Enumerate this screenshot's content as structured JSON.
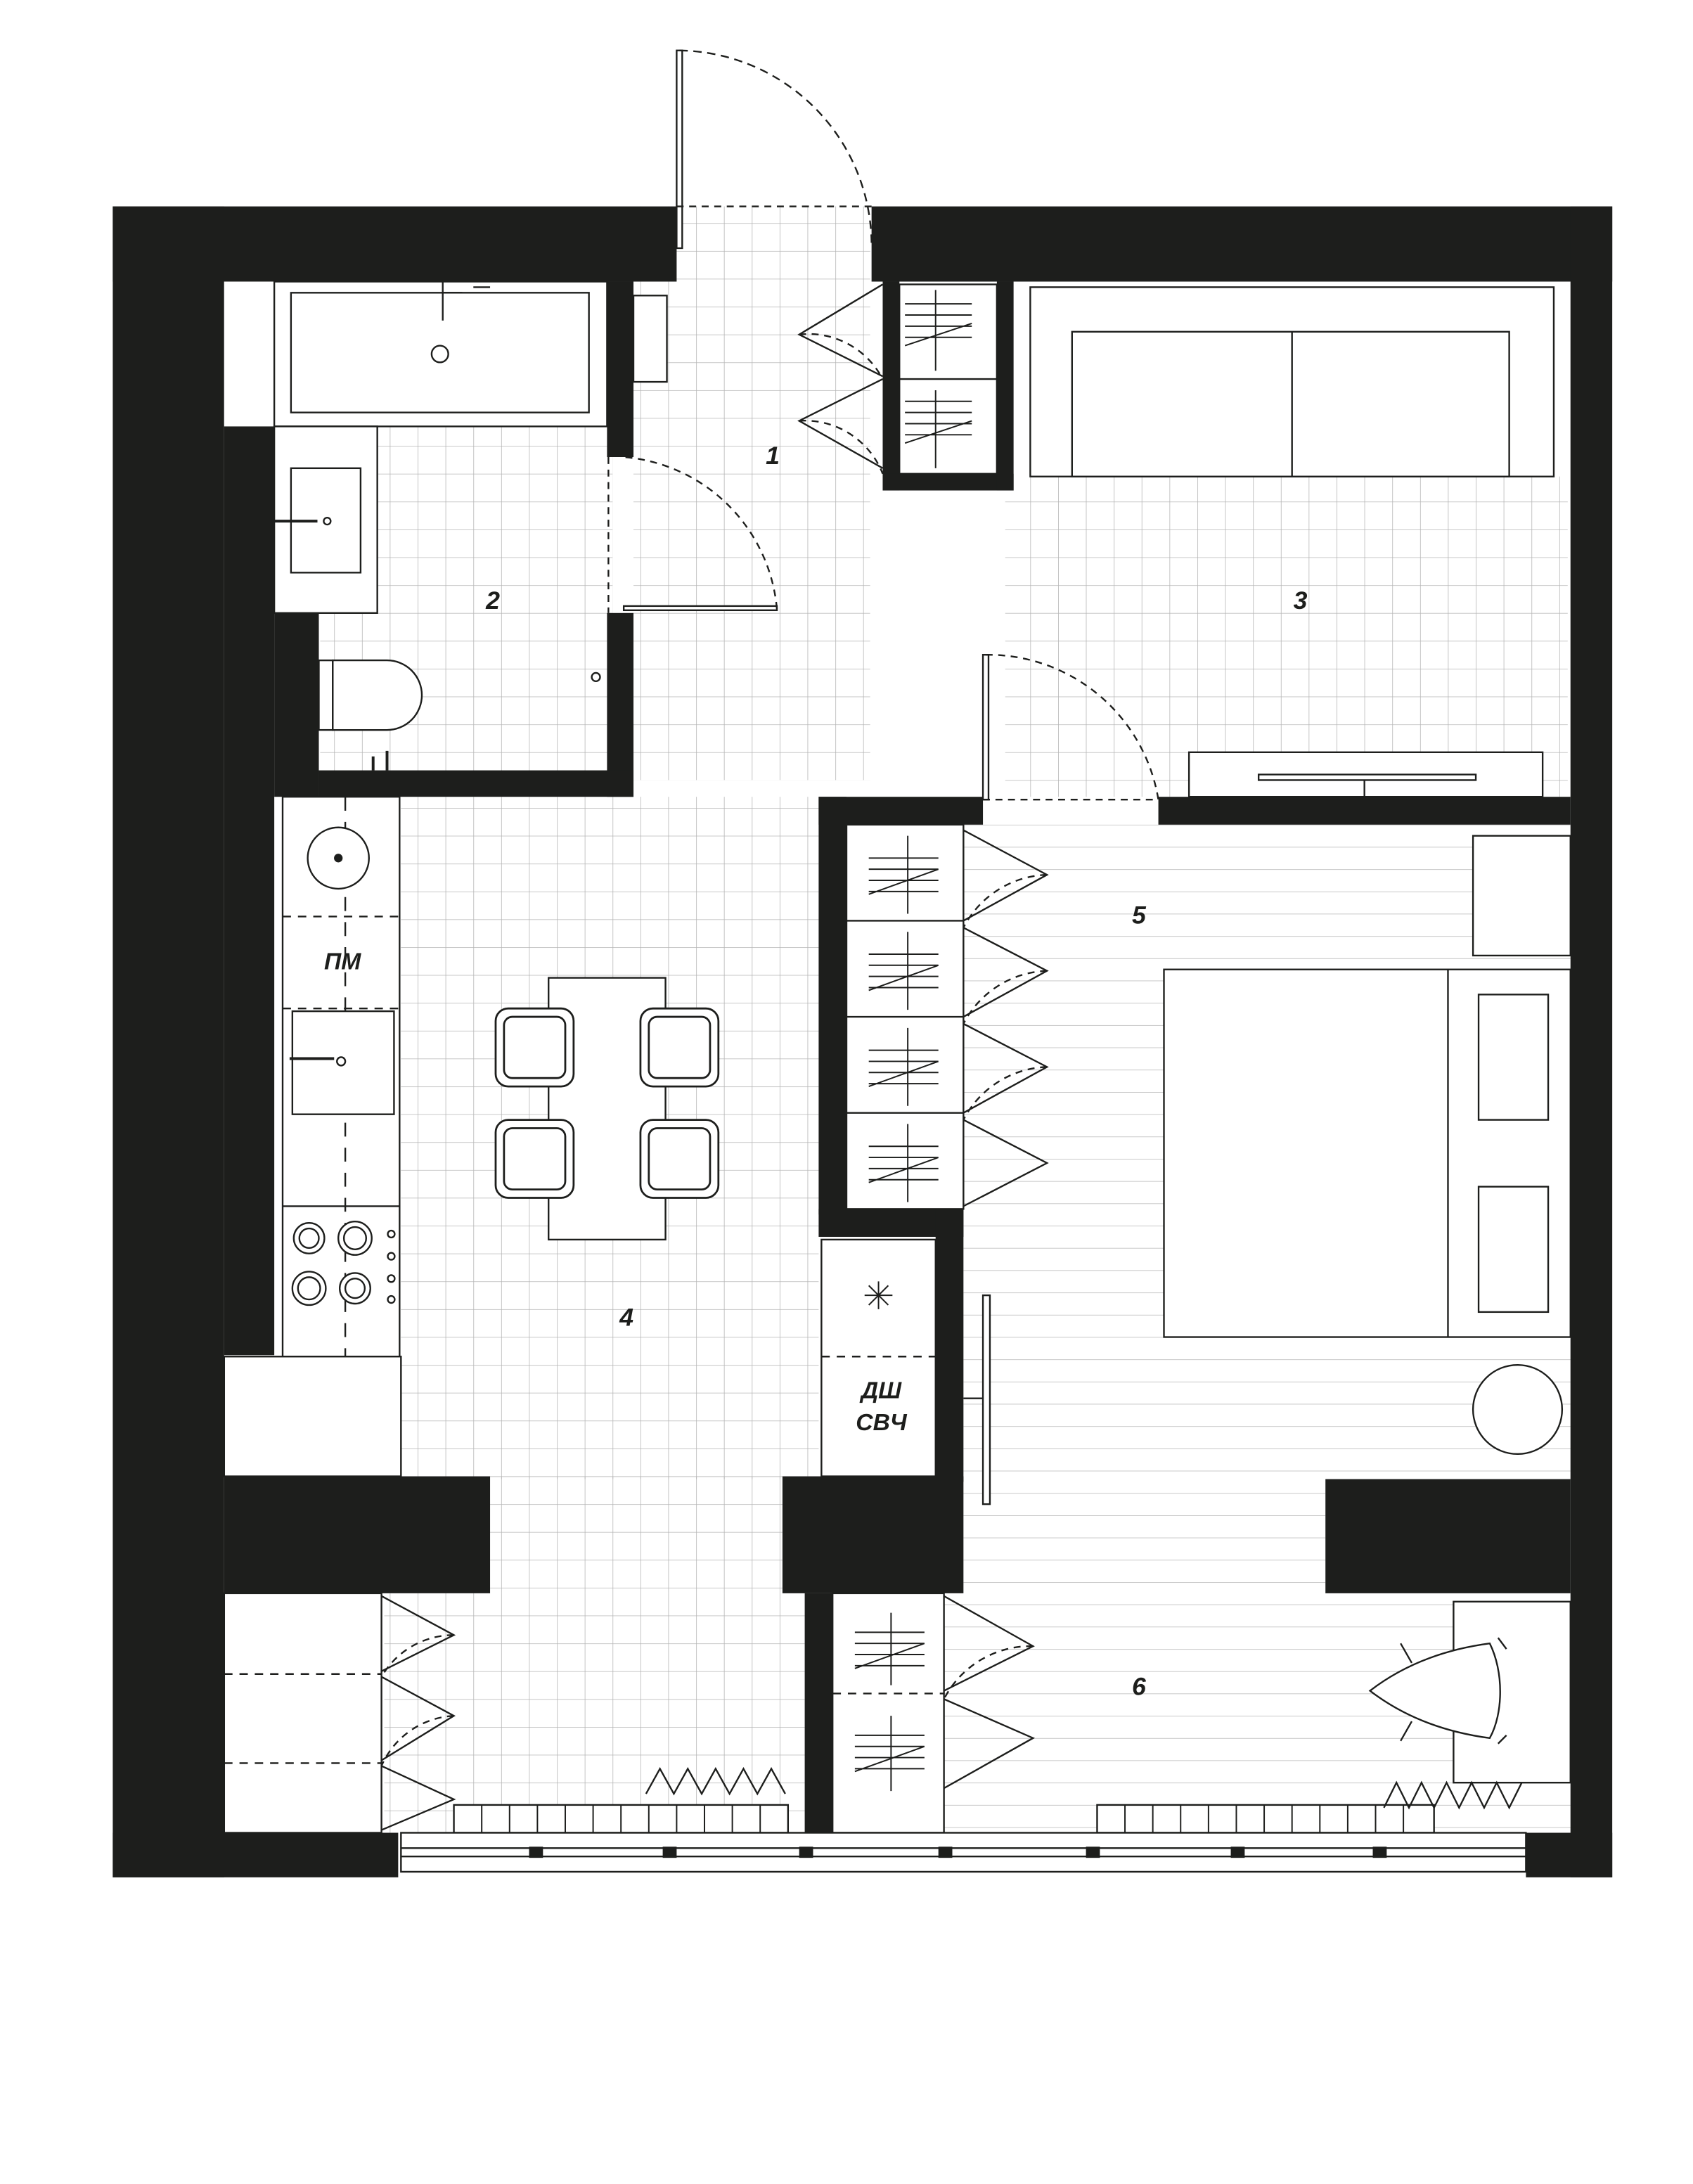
{
  "colors": {
    "wall": "#1d1e1c",
    "grid": "#b5b5b5",
    "line": "#1d1e1c",
    "paper": "#ffffff"
  },
  "rooms": [
    {
      "id": "hall",
      "label": "1"
    },
    {
      "id": "bathroom",
      "label": "2"
    },
    {
      "id": "living",
      "label": "3"
    },
    {
      "id": "kitchen",
      "label": "4"
    },
    {
      "id": "bedroom",
      "label": "5"
    },
    {
      "id": "balcony",
      "label": "6"
    }
  ],
  "appliances": {
    "washing_machine": "ПМ",
    "dishwasher": "ДШ",
    "microwave": "СВЧ"
  },
  "icons": [
    "door-swing-icon",
    "wardrobe-icon",
    "bathtub-icon",
    "sink-icon",
    "toilet-icon",
    "stove-icon",
    "dining-table-icon",
    "chair-icon",
    "sofa-icon",
    "tv-icon",
    "bed-icon",
    "radiator-icon",
    "ironing-board-icon",
    "fridge-icon"
  ]
}
